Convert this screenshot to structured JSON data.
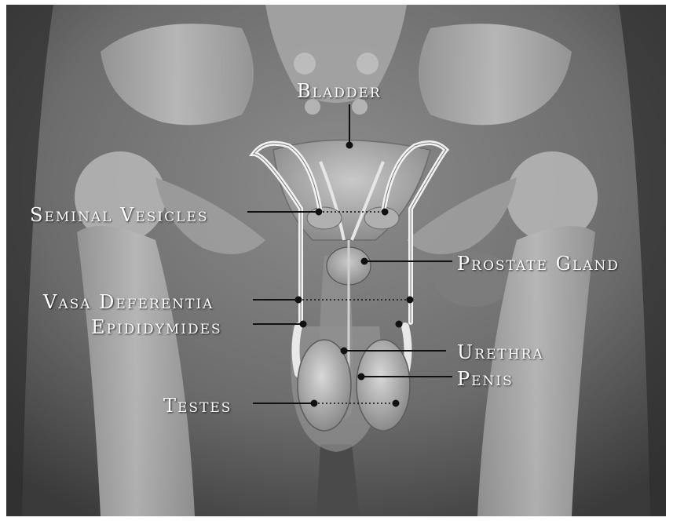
{
  "diagram": {
    "labels": {
      "bladder": "Bladder",
      "seminal_vesicles": "Seminal Vesicles",
      "prostate_gland": "Prostate Gland",
      "vasa_deferentia": "Vasa Deferentia",
      "epididymides": "Epididymides",
      "urethra": "Urethra",
      "penis": "Penis",
      "testes": "Testes"
    },
    "colors": {
      "background": "#6a6a6a",
      "bone": "#b5b5b5",
      "label_text": "#ffffff",
      "leader_line": "#111111"
    }
  }
}
